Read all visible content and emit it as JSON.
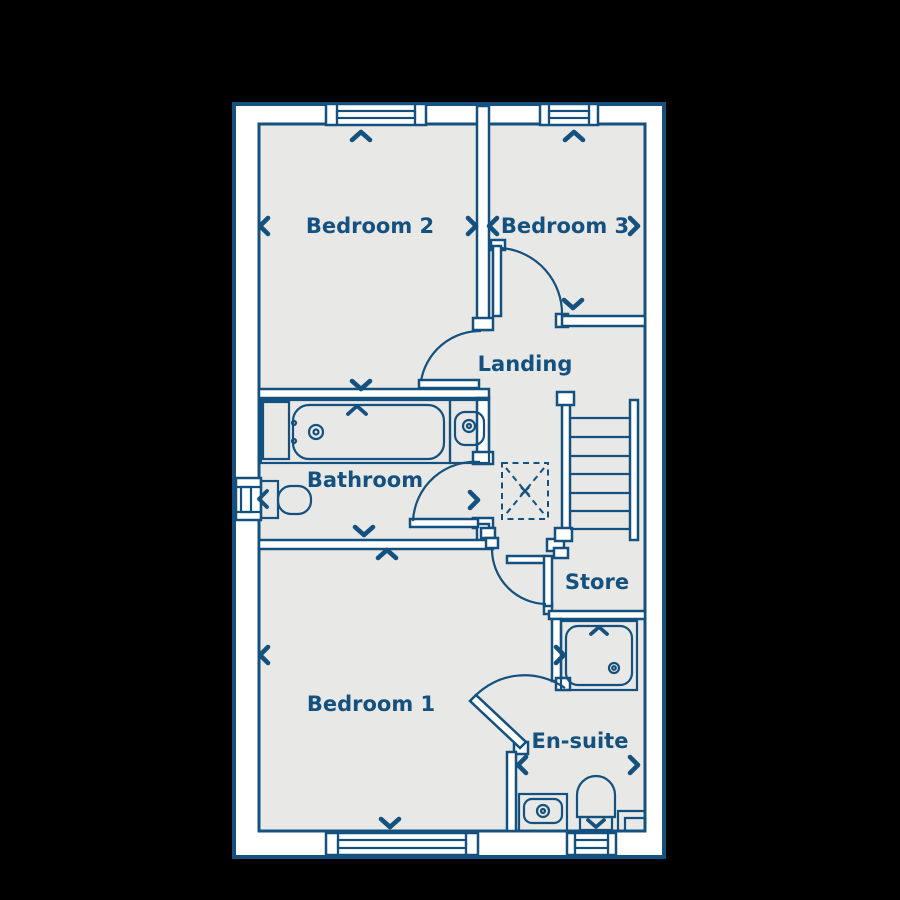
{
  "plan": {
    "type": "floor-plan",
    "labels": {
      "bedroom2": "Bedroom 2",
      "bedroom3": "Bedroom 3",
      "landing": "Landing",
      "bathroom": "Bathroom",
      "store": "Store",
      "bedroom1": "Bedroom 1",
      "ensuite": "En-suite"
    },
    "colors": {
      "background": "#000000",
      "wall_fill": "#FFFFFF",
      "floor_fill": "#E8E8E6",
      "line_and_text": "#14517E"
    }
  }
}
